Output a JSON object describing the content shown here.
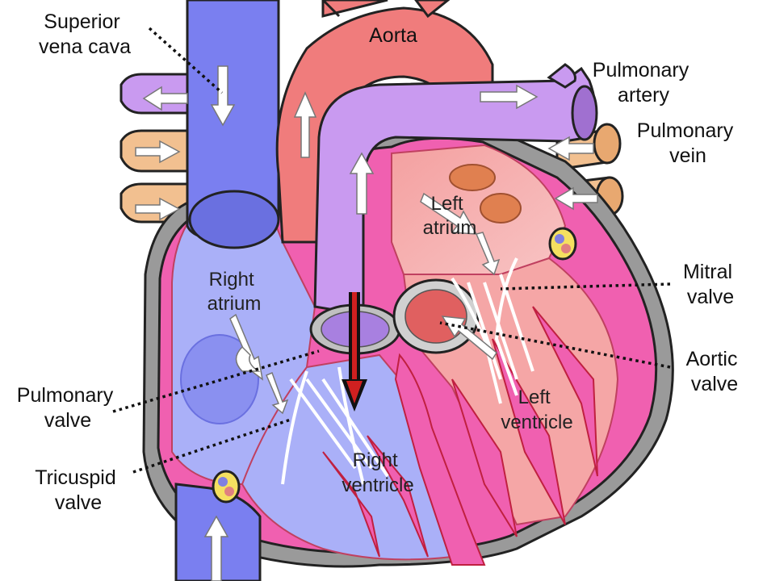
{
  "labels": {
    "superior_vena_cava": [
      "Superior",
      "vena  cava"
    ],
    "aorta": [
      "Aorta"
    ],
    "pulmonary_artery": [
      "Pulmonary",
      "artery"
    ],
    "pulmonary_vein": [
      "Pulmonary",
      "vein"
    ],
    "left_atrium": [
      "Left",
      "atrium"
    ],
    "right_atrium": [
      "Right",
      "atrium"
    ],
    "mitral_valve": [
      "Mitral",
      "valve"
    ],
    "aortic_valve": [
      "Aortic",
      "valve"
    ],
    "pulmonary_valve": [
      "Pulmonary",
      "valve"
    ],
    "left_ventricle": [
      "Left",
      "ventricle"
    ],
    "tricuspid_valve": [
      "Tricuspid",
      "valve"
    ],
    "right_ventricle": [
      "Right",
      "ventricle"
    ]
  },
  "colors": {
    "vena_cava": "#7a7ff0",
    "right_side": "#aab0f8",
    "aorta": "#f07c7c",
    "pulmonary_artery": "#c99af0",
    "pulmonary_vein": "#f2c090",
    "left_side": "#f5a6a6",
    "myocardium": "#f060b0",
    "wall": "#9a9a9a"
  }
}
